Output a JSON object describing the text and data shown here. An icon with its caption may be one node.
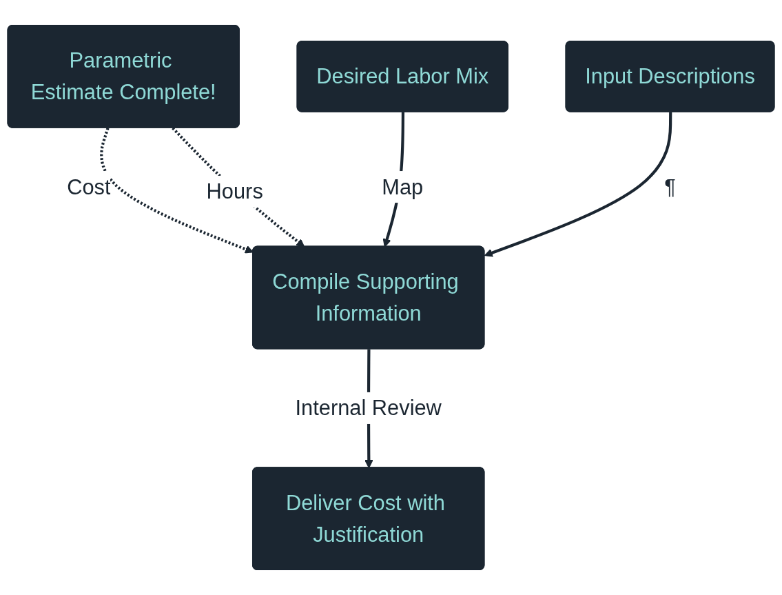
{
  "diagram": {
    "nodes": [
      {
        "text": [
          "Parametric Estimate Complete!"
        ]
      },
      {
        "text": [
          "Desired Labor Mix"
        ]
      },
      {
        "text": [
          "Compile Supporting Information"
        ]
      },
      {
        "text": [
          "Input Descriptions"
        ]
      },
      {
        "text": [
          "Deliver Cost with Justification"
        ]
      }
    ],
    "edges": [
      {
        "from": 0,
        "to": 2,
        "arrow": "to",
        "label": "Cost",
        "style": "dashed"
      },
      {
        "from": 0,
        "to": 2,
        "arrow": "to",
        "label": "Hours",
        "style": "dashed"
      },
      {
        "from": 1,
        "to": 2,
        "arrow": "to",
        "label": "Map"
      },
      {
        "from": 3,
        "to": 2,
        "arrow": "to",
        "label": "¶"
      },
      {
        "from": 2,
        "to": 4,
        "arrow": "to",
        "label": "Internal Review"
      }
    ]
  }
}
